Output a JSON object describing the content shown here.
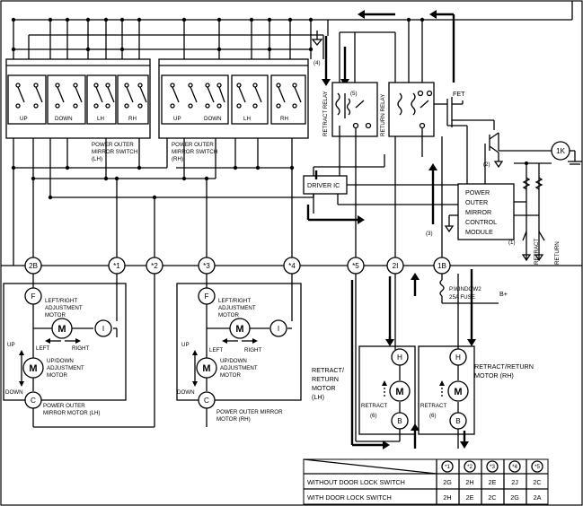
{
  "connectors": {
    "c2B": "2B",
    "c1": "*1",
    "c2": "*2",
    "c3": "*3",
    "c4": "*4",
    "c5": "*5",
    "c2I": "2I",
    "c1B": "1B",
    "c1K": "1K"
  },
  "switch_lh": {
    "up": "UP",
    "down": "DOWN",
    "lh": "LH",
    "rh": "RH",
    "caption": [
      "POWER OUTER",
      "MIRROR SWITCH",
      "(LH)"
    ]
  },
  "switch_rh": {
    "up": "UP",
    "down": "DOWN",
    "lh": "LH",
    "rh": "RH",
    "caption": [
      "POWER OUTER",
      "MIRROR SWITCH",
      "(RH)"
    ]
  },
  "relays": {
    "retract": "RETRACT RELAY",
    "return": "RETURN RELAY",
    "fet": "FET"
  },
  "driver_ic": "DRIVER IC",
  "module": [
    "POWER",
    "OUTER",
    "MIRROR",
    "CONTROL",
    "MODULE"
  ],
  "callouts": {
    "n1": "(1)",
    "n2": "(2)",
    "n3": "(3)",
    "n4": "(4)",
    "n5": "(5)",
    "n6a": "(6)",
    "n6b": "(6)"
  },
  "switch_labels": {
    "retract": "RETRACT",
    "return": "RETURN"
  },
  "fuse": {
    "name": "P.WINDOW2",
    "rating": "25A FUSE",
    "supply": "B+"
  },
  "motor_lh": {
    "lr_label": [
      "LEFT/RIGHT",
      "ADJUSTMENT",
      "MOTOR"
    ],
    "ud_label": [
      "UP/DOWN",
      "ADJUSTMENT",
      "MOTOR"
    ],
    "up": "UP",
    "down": "DOWN",
    "left": "LEFT",
    "right": "RIGHT",
    "caption": [
      "POWER OUTER",
      "MIRROR MOTOR (LH)"
    ],
    "F": "F",
    "I": "I",
    "C": "C",
    "M": "M"
  },
  "motor_rh": {
    "lr_label": [
      "LEFT/RIGHT",
      "ADJUSTMENT",
      "MOTOR"
    ],
    "ud_label": [
      "UP/DOWN",
      "ADJUSTMENT",
      "MOTOR"
    ],
    "up": "UP",
    "down": "DOWN",
    "left": "LEFT",
    "right": "RIGHT",
    "caption": [
      "POWER OUTER MIRROR",
      "MOTOR (RH)"
    ],
    "F": "F",
    "I": "I",
    "C": "C",
    "M": "M"
  },
  "retract_lh": {
    "label": [
      "RETRACT/",
      "RETURN",
      "MOTOR",
      "(LH)"
    ],
    "retract": "RETRACT",
    "H": "H",
    "B": "B",
    "M": "M"
  },
  "retract_rh": {
    "label": [
      "RETRACT/RETURN",
      "MOTOR (RH)"
    ],
    "retract": "RETRACT",
    "H": "H",
    "B": "B",
    "M": "M"
  },
  "table": {
    "headers": [
      "*1",
      "*2",
      "*3",
      "*4",
      "*5"
    ],
    "rows": [
      {
        "label": "WITHOUT DOOR LOCK SWITCH",
        "values": [
          "2G",
          "2H",
          "2E",
          "2J",
          "2C"
        ]
      },
      {
        "label": "WITH DOOR LOCK SWITCH",
        "values": [
          "2H",
          "2E",
          "2C",
          "2G",
          "2A"
        ]
      }
    ]
  }
}
